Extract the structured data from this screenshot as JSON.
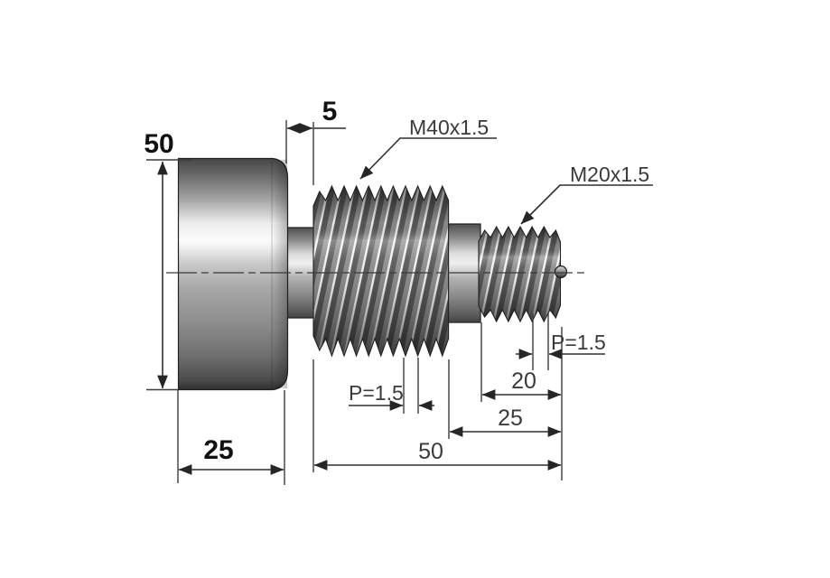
{
  "drawing": {
    "part": {
      "head": {
        "diameter": "50",
        "length": "25"
      },
      "neck": {
        "length": "5"
      },
      "major_thread": {
        "designation": "M40x1.5",
        "pitch": "P=1.5"
      },
      "minor_thread": {
        "designation": "M20x1.5",
        "pitch": "P=1.5",
        "length": "20"
      },
      "step_length": "25",
      "thread_total_length": "50"
    },
    "colors": {
      "background": "#ffffff",
      "line": "#1f1f1f",
      "dimension_text": "#3a3a3a",
      "metal_highlight": "#f7f7f7",
      "metal_mid": "#8e8e8e",
      "metal_shadow": "#3a3a3a"
    }
  }
}
